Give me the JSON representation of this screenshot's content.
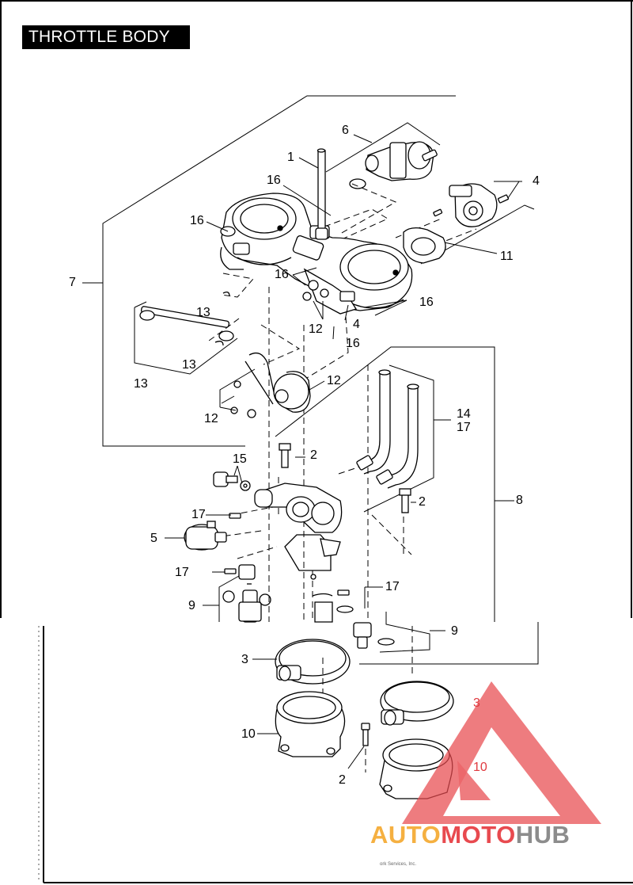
{
  "page_title": "THROTTLE BODY",
  "callouts": [
    {
      "id": "c1",
      "label": "1"
    },
    {
      "id": "c2a",
      "label": "2"
    },
    {
      "id": "c2b",
      "label": "2"
    },
    {
      "id": "c2c",
      "label": "2"
    },
    {
      "id": "c3a",
      "label": "3"
    },
    {
      "id": "c3b",
      "label": "3"
    },
    {
      "id": "c4a",
      "label": "4"
    },
    {
      "id": "c4b",
      "label": "4"
    },
    {
      "id": "c5",
      "label": "5"
    },
    {
      "id": "c6",
      "label": "6"
    },
    {
      "id": "c7",
      "label": "7"
    },
    {
      "id": "c8",
      "label": "8"
    },
    {
      "id": "c9a",
      "label": "9"
    },
    {
      "id": "c9b",
      "label": "9"
    },
    {
      "id": "c10a",
      "label": "10"
    },
    {
      "id": "c10b",
      "label": "10"
    },
    {
      "id": "c11",
      "label": "11"
    },
    {
      "id": "c12a",
      "label": "12"
    },
    {
      "id": "c12b",
      "label": "12"
    },
    {
      "id": "c12c",
      "label": "12"
    },
    {
      "id": "c13a",
      "label": "13"
    },
    {
      "id": "c13b",
      "label": "13"
    },
    {
      "id": "c13c",
      "label": "13"
    },
    {
      "id": "c14",
      "label": "14"
    },
    {
      "id": "c15",
      "label": "15"
    },
    {
      "id": "c16a",
      "label": "16"
    },
    {
      "id": "c16b",
      "label": "16"
    },
    {
      "id": "c16c",
      "label": "16"
    },
    {
      "id": "c16d",
      "label": "16"
    },
    {
      "id": "c16e",
      "label": "16"
    },
    {
      "id": "c17a",
      "label": "17"
    },
    {
      "id": "c17b",
      "label": "17"
    },
    {
      "id": "c17c",
      "label": "17"
    },
    {
      "id": "c17d",
      "label": "17"
    }
  ],
  "watermark": {
    "part1": "AUTO",
    "part2": "MOTO",
    "part3": "HUB",
    "color_orange": "#f5b041",
    "color_red": "#e84a4f",
    "color_gray": "#8c8c8c"
  },
  "credit_text": "ork Services, Inc."
}
